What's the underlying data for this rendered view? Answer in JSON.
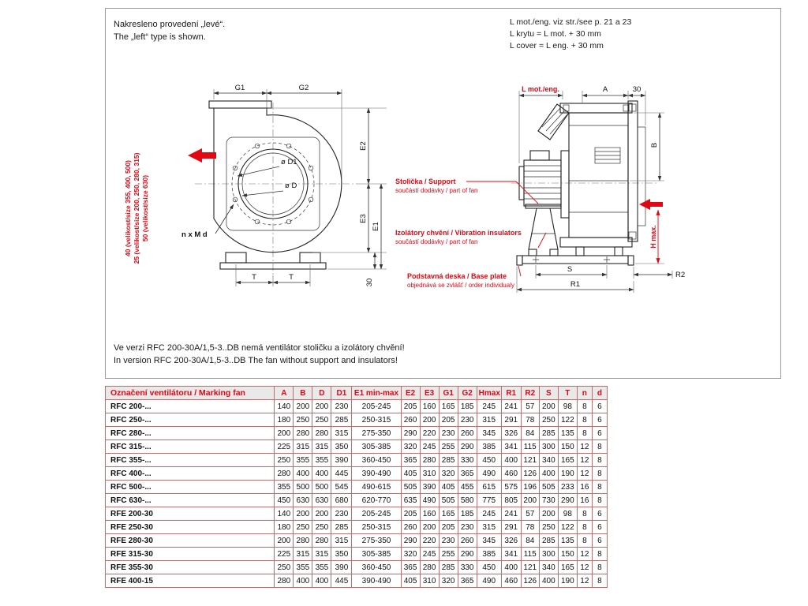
{
  "colors": {
    "accent_red": "#e30613",
    "table_border": "#c96a6a",
    "table_header_bg": "#e9e9e9"
  },
  "notes": {
    "top_left_line1": "Nakresleno provedení „levé“.",
    "top_left_line2": "The „left“ type is shown.",
    "top_right_line1": "L mot./eng. viz str./see p. 21 a 23",
    "top_right_line2": "L krytu = L mot. + 30 mm",
    "top_right_line3": "L cover = L eng. + 30 mm",
    "bottom_line1": "Ve verzi RFC 200-30A/1,5-3..DB nemá ventilátor stoličku a izolátory chvění!",
    "bottom_line2": "In version RFC 200-30A/1,5-3..DB The fan without support and insulators!"
  },
  "drawing_left": {
    "dims": {
      "g1": "G1",
      "g2": "G2",
      "e1": "E1",
      "e2": "E2",
      "e3": "E3",
      "t": "T",
      "h30": "30",
      "d1": "ø D1",
      "d": "ø D",
      "bolts": "n x M d"
    },
    "size_notes": [
      "40 (velikost/size 355, 400, 500)",
      "25 (velikost/size 200, 250, 280, 315)",
      "50 (velikost/size 630)"
    ]
  },
  "drawing_right": {
    "dims": {
      "lmot": "L mot./eng.",
      "a": "A",
      "c30": "30",
      "b": "B",
      "hmax": "H max.",
      "s": "S",
      "r1": "R1",
      "r2": "R2"
    }
  },
  "callouts": {
    "support_title": "Stolička / Support",
    "support_sub": "součástí dodávky / part of fan",
    "insulators_title": "Izolátory chvění / Vibration insulators",
    "insulators_sub": "součástí dodávky / part of fan",
    "baseplate_title": "Podstavná deska / Base plate",
    "baseplate_sub": "objednává se zvlášť / order individualy"
  },
  "table": {
    "header": [
      "Označení ventilátoru / Marking fan",
      "A",
      "B",
      "D",
      "D1",
      "E1 min-max",
      "E2",
      "E3",
      "G1",
      "G2",
      "Hmax",
      "R1",
      "R2",
      "S",
      "T",
      "n",
      "d"
    ],
    "rows": [
      [
        "RFC 200-...",
        "140",
        "200",
        "200",
        "230",
        "205-245",
        "205",
        "160",
        "165",
        "185",
        "245",
        "241",
        "57",
        "200",
        "98",
        "8",
        "6"
      ],
      [
        "RFC 250-...",
        "180",
        "250",
        "250",
        "285",
        "250-315",
        "260",
        "200",
        "205",
        "230",
        "315",
        "291",
        "78",
        "250",
        "122",
        "8",
        "6"
      ],
      [
        "RFC 280-...",
        "200",
        "280",
        "280",
        "315",
        "275-350",
        "290",
        "220",
        "230",
        "260",
        "345",
        "326",
        "84",
        "285",
        "135",
        "8",
        "6"
      ],
      [
        "RFC 315-...",
        "225",
        "315",
        "315",
        "350",
        "305-385",
        "320",
        "245",
        "255",
        "290",
        "385",
        "341",
        "115",
        "300",
        "150",
        "12",
        "8"
      ],
      [
        "RFC 355-...",
        "250",
        "355",
        "355",
        "390",
        "360-450",
        "365",
        "280",
        "285",
        "330",
        "450",
        "400",
        "121",
        "340",
        "165",
        "12",
        "8"
      ],
      [
        "RFC 400-...",
        "280",
        "400",
        "400",
        "445",
        "390-490",
        "405",
        "310",
        "320",
        "365",
        "490",
        "460",
        "126",
        "400",
        "190",
        "12",
        "8"
      ],
      [
        "RFC 500-...",
        "355",
        "500",
        "500",
        "545",
        "490-615",
        "505",
        "390",
        "405",
        "455",
        "615",
        "575",
        "196",
        "505",
        "233",
        "16",
        "8"
      ],
      [
        "RFC 630-...",
        "450",
        "630",
        "630",
        "680",
        "620-770",
        "635",
        "490",
        "505",
        "580",
        "775",
        "805",
        "200",
        "730",
        "290",
        "16",
        "8"
      ],
      [
        "RFE 200-30",
        "140",
        "200",
        "200",
        "230",
        "205-245",
        "205",
        "160",
        "165",
        "185",
        "245",
        "241",
        "57",
        "200",
        "98",
        "8",
        "6"
      ],
      [
        "RFE 250-30",
        "180",
        "250",
        "250",
        "285",
        "250-315",
        "260",
        "200",
        "205",
        "230",
        "315",
        "291",
        "78",
        "250",
        "122",
        "8",
        "6"
      ],
      [
        "RFE 280-30",
        "200",
        "280",
        "280",
        "315",
        "275-350",
        "290",
        "220",
        "230",
        "260",
        "345",
        "326",
        "84",
        "285",
        "135",
        "8",
        "6"
      ],
      [
        "RFE 315-30",
        "225",
        "315",
        "315",
        "350",
        "305-385",
        "320",
        "245",
        "255",
        "290",
        "385",
        "341",
        "115",
        "300",
        "150",
        "12",
        "8"
      ],
      [
        "RFE 355-30",
        "250",
        "355",
        "355",
        "390",
        "360-450",
        "365",
        "280",
        "285",
        "330",
        "450",
        "400",
        "121",
        "340",
        "165",
        "12",
        "8"
      ],
      [
        "RFE 400-15",
        "280",
        "400",
        "400",
        "445",
        "390-490",
        "405",
        "310",
        "320",
        "365",
        "490",
        "460",
        "126",
        "400",
        "190",
        "12",
        "8"
      ]
    ]
  }
}
